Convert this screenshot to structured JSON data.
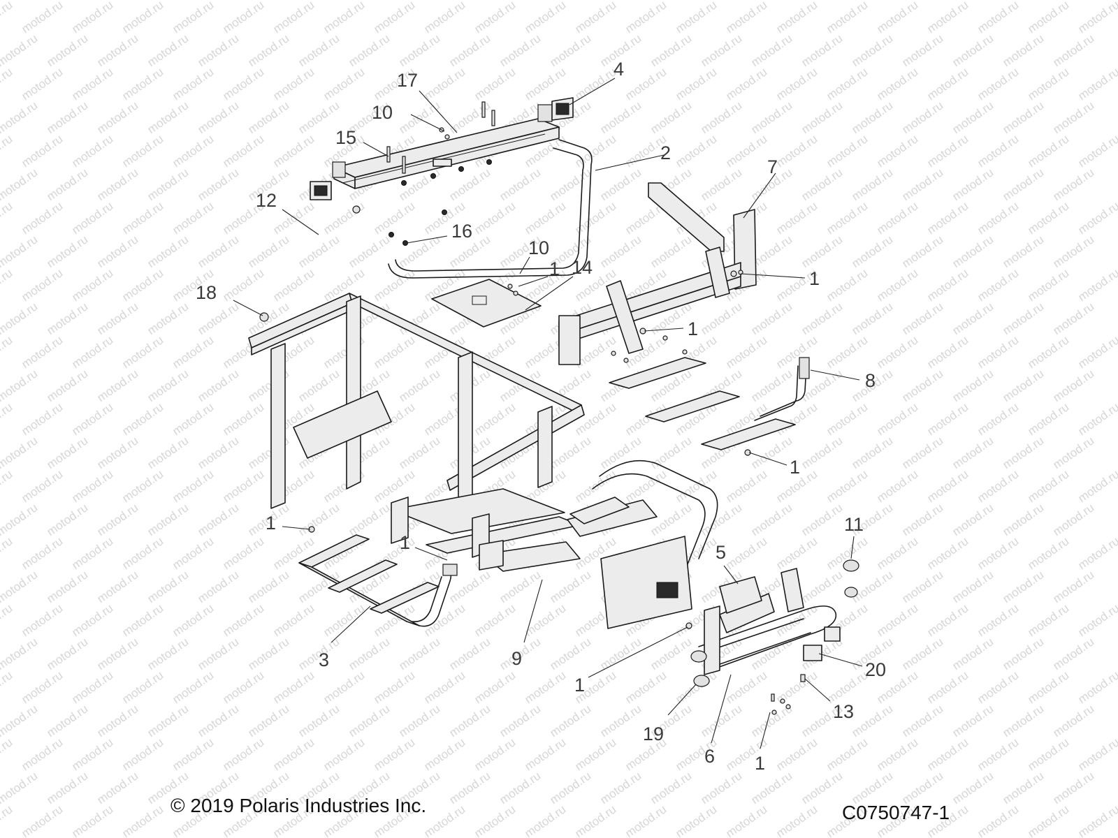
{
  "watermark": "motod.ru",
  "footer": {
    "copyright": "© 2019 Polaris Industries Inc.",
    "figure_code": "C0750747-1"
  },
  "callouts": [
    {
      "id": "c17",
      "label": "17"
    },
    {
      "id": "c4",
      "label": "4"
    },
    {
      "id": "c10a",
      "label": "10"
    },
    {
      "id": "c15",
      "label": "15"
    },
    {
      "id": "c2",
      "label": "2"
    },
    {
      "id": "c7",
      "label": "7"
    },
    {
      "id": "c12",
      "label": "12"
    },
    {
      "id": "c16",
      "label": "16"
    },
    {
      "id": "c10b",
      "label": "10"
    },
    {
      "id": "c1a",
      "label": "1"
    },
    {
      "id": "c14",
      "label": "14"
    },
    {
      "id": "c1b",
      "label": "1"
    },
    {
      "id": "c18",
      "label": "18"
    },
    {
      "id": "c1c",
      "label": "1"
    },
    {
      "id": "c8",
      "label": "8"
    },
    {
      "id": "c1d",
      "label": "1"
    },
    {
      "id": "c1e",
      "label": "1"
    },
    {
      "id": "c1f",
      "label": "1"
    },
    {
      "id": "c11",
      "label": "11"
    },
    {
      "id": "c5",
      "label": "5"
    },
    {
      "id": "c20",
      "label": "20"
    },
    {
      "id": "c3",
      "label": "3"
    },
    {
      "id": "c9",
      "label": "9"
    },
    {
      "id": "c1g",
      "label": "1"
    },
    {
      "id": "c13",
      "label": "13"
    },
    {
      "id": "c19",
      "label": "19"
    },
    {
      "id": "c6",
      "label": "6"
    },
    {
      "id": "c1h",
      "label": "1"
    }
  ]
}
